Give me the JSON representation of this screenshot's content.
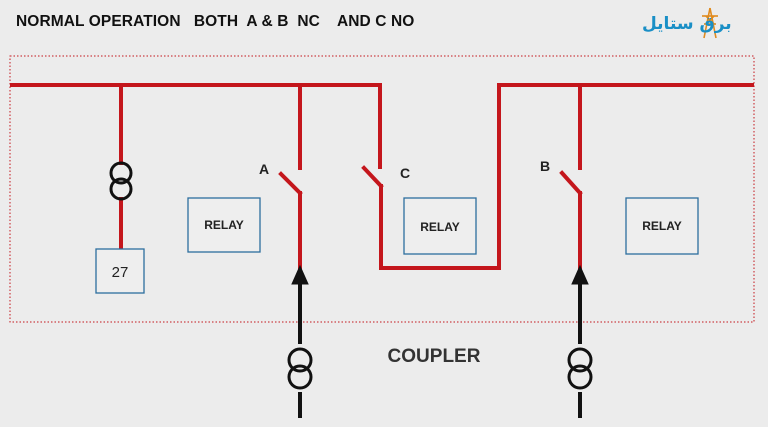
{
  "title": "NORMAL OPERATION   BOTH  A & B  NC    AND C NO",
  "logo": {
    "text": "برق ستایل"
  },
  "colors": {
    "bus": "#c4161c",
    "box": "#2c6e9e",
    "arrow": "#111111",
    "boundary": "#c4161c"
  },
  "switches": [
    {
      "label": "A"
    },
    {
      "label": "C"
    },
    {
      "label": "B"
    }
  ],
  "relays": [
    {
      "label": "RELAY"
    },
    {
      "label": "RELAY"
    },
    {
      "label": "RELAY"
    }
  ],
  "meter": {
    "label": "27"
  },
  "coupler": {
    "label": "COUPLER"
  }
}
